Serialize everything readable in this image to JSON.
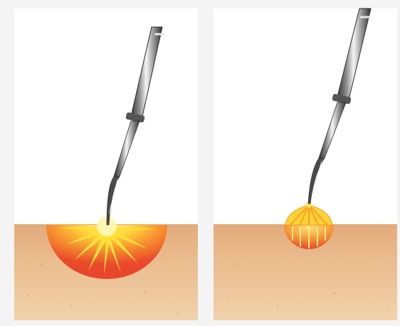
{
  "diagram": {
    "panels": [
      {
        "id": "left",
        "depiction": "needle-tip-with-deep-radial-heat-zone"
      },
      {
        "id": "right",
        "depiction": "needle-tip-with-shallow-fan-heat-zone"
      }
    ],
    "colors": {
      "background": "#f4f4f4",
      "panel": "#ffffff",
      "skin_top": "#e2ab7a",
      "skin_bottom": "#f0cfa6",
      "heat_outer": "#e8452a",
      "heat_inner": "#f7b23a",
      "spark": "#ffe03a",
      "metal_dark": "#3a3a3a",
      "metal_light": "#f2f2f2"
    }
  }
}
